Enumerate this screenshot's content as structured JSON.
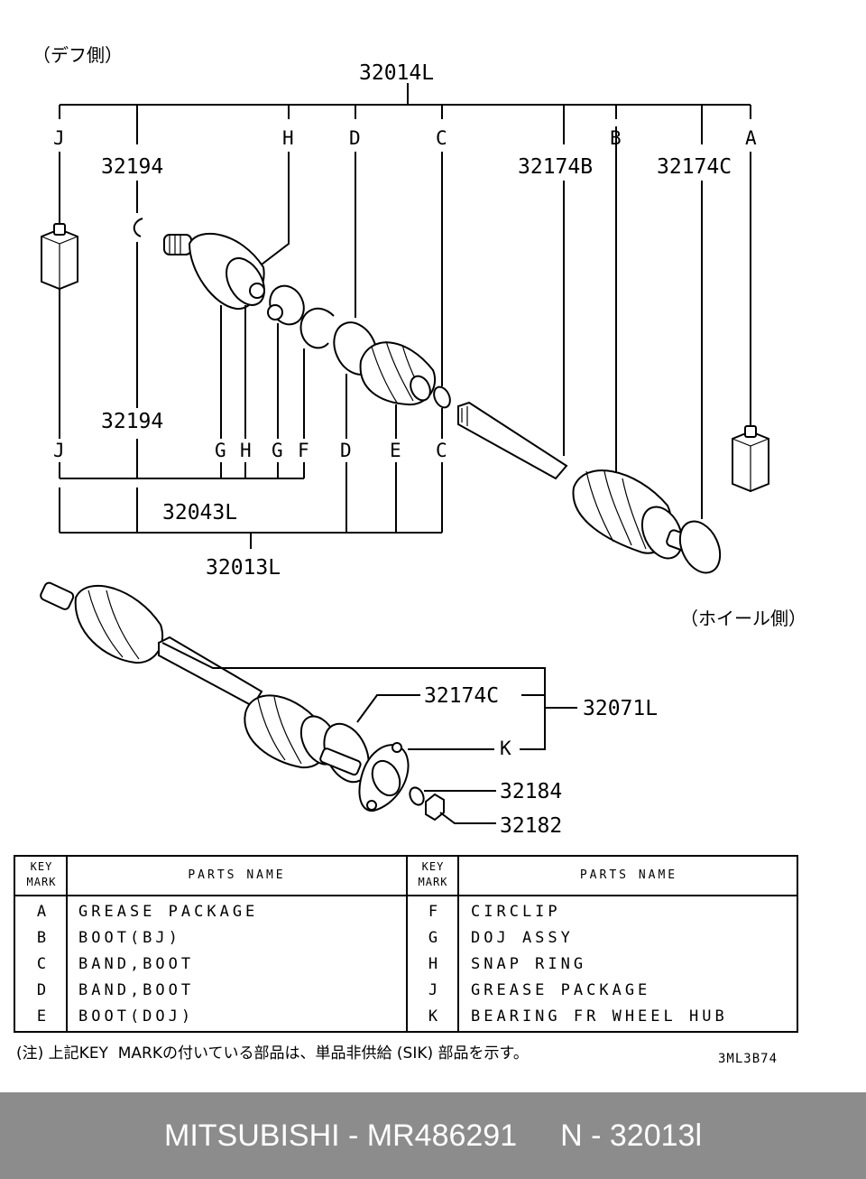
{
  "diagram": {
    "side_diff": "（デフ側）",
    "side_wheel": "（ホイール側）",
    "callouts": {
      "top_assembly": "32014L",
      "clip_upper": "32194",
      "clip_lower": "32194",
      "band_b": "32174B",
      "band_c": "32174C",
      "doj_assembly": "32043L",
      "lower_assembly": "32013L",
      "band_c2": "32174C",
      "hub_assembly": "32071L",
      "washer": "32184",
      "nut": "32182"
    },
    "letters": {
      "top": [
        "J",
        "H",
        "D",
        "C",
        "B",
        "A"
      ],
      "bottom": [
        "J",
        "G",
        "H",
        "G",
        "F",
        "D",
        "E",
        "C"
      ],
      "hub": "K"
    }
  },
  "table": {
    "header_key": [
      "KEY",
      "MARK"
    ],
    "header_name": "PARTS NAME",
    "left_rows": [
      {
        "key": "A",
        "name": "GREASE PACKAGE"
      },
      {
        "key": "B",
        "name": "BOOT(BJ)"
      },
      {
        "key": "C",
        "name": "BAND,BOOT"
      },
      {
        "key": "D",
        "name": "BAND,BOOT"
      },
      {
        "key": "E",
        "name": "BOOT(DOJ)"
      }
    ],
    "right_rows": [
      {
        "key": "F",
        "name": "CIRCLIP"
      },
      {
        "key": "G",
        "name": "DOJ ASSY"
      },
      {
        "key": "H",
        "name": "SNAP RING"
      },
      {
        "key": "J",
        "name": "GREASE PACKAGE"
      },
      {
        "key": "K",
        "name": "BEARING FR WHEEL HUB"
      }
    ]
  },
  "footnote": "(注) 上記KEY  MARKの付いている部品は、単品非供給 (SIK) 部品を示す。",
  "drawing_code": "3ML3B74",
  "banner": {
    "brand_part": "MITSUBISHI - MR486291",
    "ref": "N - 32013l"
  }
}
